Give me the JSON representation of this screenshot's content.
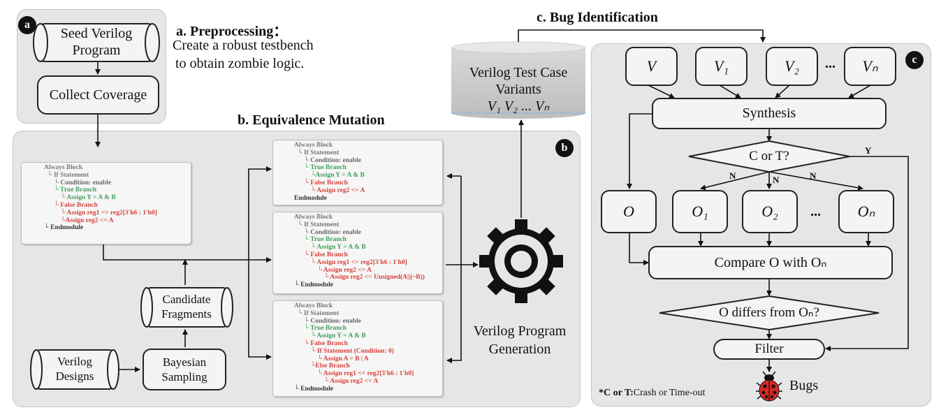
{
  "section_a": {
    "badge": "a",
    "title": "a. Preprocessing：",
    "desc_line1": "Create a robust testbench",
    "desc_line2": "to obtain zombie logic.",
    "seed_line1": "Seed Verilog",
    "seed_line2": "Program",
    "collect": "Collect Coverage"
  },
  "section_b": {
    "badge": "b",
    "title": "b. Equivalence Mutation",
    "candidate_line1": "Candidate",
    "candidate_line2": "Fragments",
    "designs_line1": "Verilog",
    "designs_line2": "Designs",
    "bayes_line1": "Bayesian",
    "bayes_line2": "Sampling",
    "gen_line1": "Verilog Program",
    "gen_line2": "Generation"
  },
  "section_c": {
    "badge": "c",
    "title": "c. Bug Identification",
    "db_line1": "Verilog Test Case",
    "db_line2": "Variants",
    "db_line3": "V₁ V₂ ...   Vₙ",
    "inputs": [
      "V",
      "V₁",
      "V₂",
      "Vₙ"
    ],
    "dots": "...",
    "synthesis": "Synthesis",
    "decision1": "C or T?",
    "yes": "Y",
    "no": "N",
    "outputs": [
      "O",
      "O₁",
      "O₂",
      "Oₙ"
    ],
    "compare": "Compare O with Oₙ",
    "decision2": "O differs from Oₙ?",
    "filter": "Filter",
    "bugs": "Bugs",
    "note_bold": "*C or T:",
    "note_rest": "Crash or Time-out"
  },
  "code_original": [
    {
      "text": "Always Block",
      "color": "c-g"
    },
    {
      "text": "  └ If Statement",
      "color": "c-g"
    },
    {
      "text": "      └ Condition: enable",
      "color": "c-n"
    },
    {
      "text": "      └ True Branch",
      "color": "c-gr"
    },
    {
      "text": "          └ Assign Y = A & B",
      "color": "c-gr"
    },
    {
      "text": "      └ False Branch",
      "color": "c-r"
    },
    {
      "text": "          └ Assign reg1 <= reg2[3'h6 : 1'h0]",
      "color": "c-r"
    },
    {
      "text": "          └Assign reg2 <= A",
      "color": "c-r"
    },
    {
      "text": "└ Endmodule",
      "color": "c-d"
    }
  ],
  "code_v1": [
    {
      "text": "Always Block",
      "color": "c-g"
    },
    {
      "text": "  └ If Statement",
      "color": "c-g"
    },
    {
      "text": "      └ Condition: enable",
      "color": "c-n"
    },
    {
      "text": "      └ True Branch",
      "color": "c-gr"
    },
    {
      "text": "          └Assign Y = A & B",
      "color": "c-gr"
    },
    {
      "text": "      └ False Branch",
      "color": "c-r"
    },
    {
      "text": "          └ Assign reg2 <= A",
      "color": "c-r"
    },
    {
      "text": "Endmodule",
      "color": "c-d"
    }
  ],
  "code_v2": [
    {
      "text": "Always Block",
      "color": "c-g"
    },
    {
      "text": "  └ If Statement",
      "color": "c-g"
    },
    {
      "text": "      └ Condition: enable",
      "color": "c-n"
    },
    {
      "text": "      └ True Branch",
      "color": "c-gr"
    },
    {
      "text": "          └ Assign Y = A & B",
      "color": "c-gr"
    },
    {
      "text": "      └ False Branch",
      "color": "c-r"
    },
    {
      "text": "          └ Assign reg1 <= reg2[3'h6 : 1'h0]",
      "color": "c-r"
    },
    {
      "text": "              └ Assign reg2 <= A",
      "color": "c-r"
    },
    {
      "text": "                  └ Assign reg2 <= Uusigned(A||(~B))",
      "color": "c-r"
    },
    {
      "text": "└ Endmodule",
      "color": "c-d"
    }
  ],
  "code_v3": [
    {
      "text": "Always Block",
      "color": "c-g"
    },
    {
      "text": "  └ If Statement",
      "color": "c-g"
    },
    {
      "text": "      └ Condition: enable",
      "color": "c-n"
    },
    {
      "text": "      └ True Branch",
      "color": "c-gr"
    },
    {
      "text": "          └ Assign Y = A & B",
      "color": "c-gr"
    },
    {
      "text": "      └ False Branch",
      "color": "c-r"
    },
    {
      "text": "          └ If Statement (Condition: 0)",
      "color": "c-r"
    },
    {
      "text": "              └ Assign A = B | A",
      "color": "c-r"
    },
    {
      "text": "          └Else Branch",
      "color": "c-r"
    },
    {
      "text": "              └ Assign reg1 <= reg2[3'h6 : 1'h0]",
      "color": "c-r"
    },
    {
      "text": "                  └ Assign reg2 <= A",
      "color": "c-r"
    },
    {
      "text": "└ Endmodule",
      "color": "c-d"
    }
  ]
}
